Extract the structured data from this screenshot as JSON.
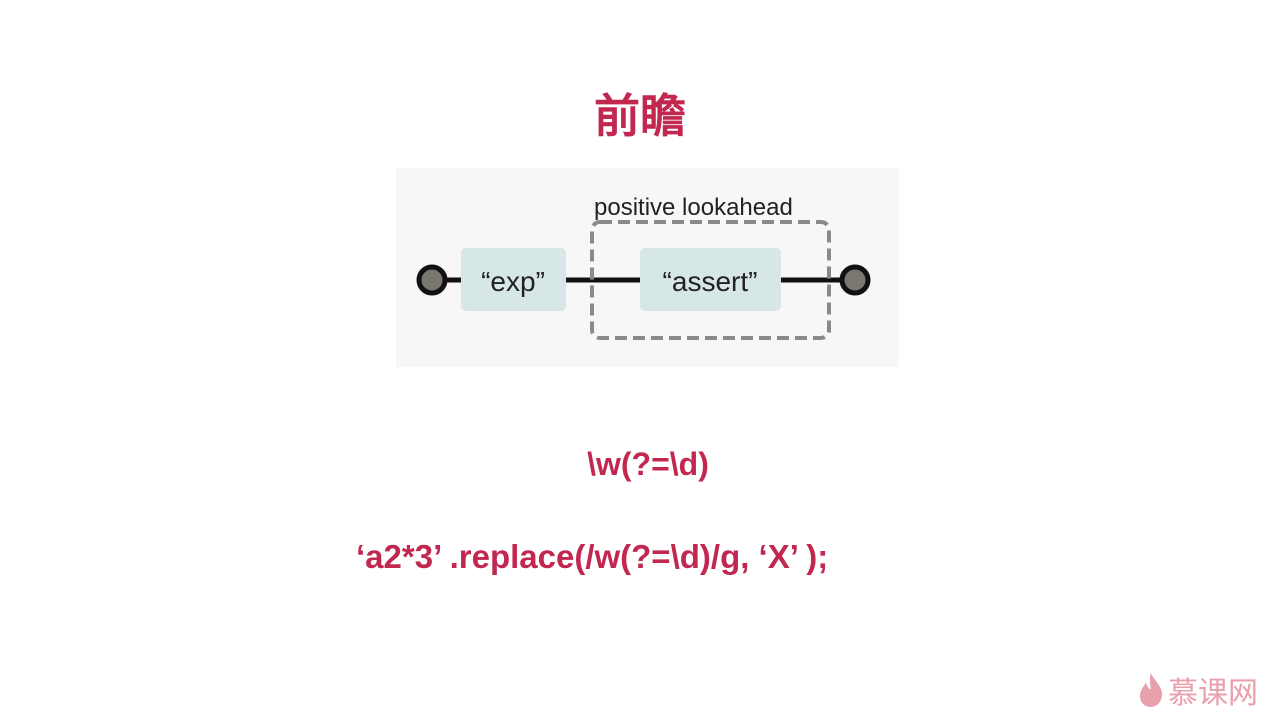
{
  "slide": {
    "title": "前瞻",
    "diagram": {
      "group_label": "positive lookahead",
      "node_exp": "“exp”",
      "node_assert": "“assert”"
    },
    "regex": "\\w(?=\\d)",
    "code": "‘a2*3’ .replace(/w(?=\\d)/g, ‘X’ );"
  },
  "watermark": {
    "text": "慕课网",
    "icon": "flame-icon"
  },
  "colors": {
    "accent": "#c2284f",
    "node_bg": "#d7e6e6",
    "logo": "#e8a0ad"
  }
}
